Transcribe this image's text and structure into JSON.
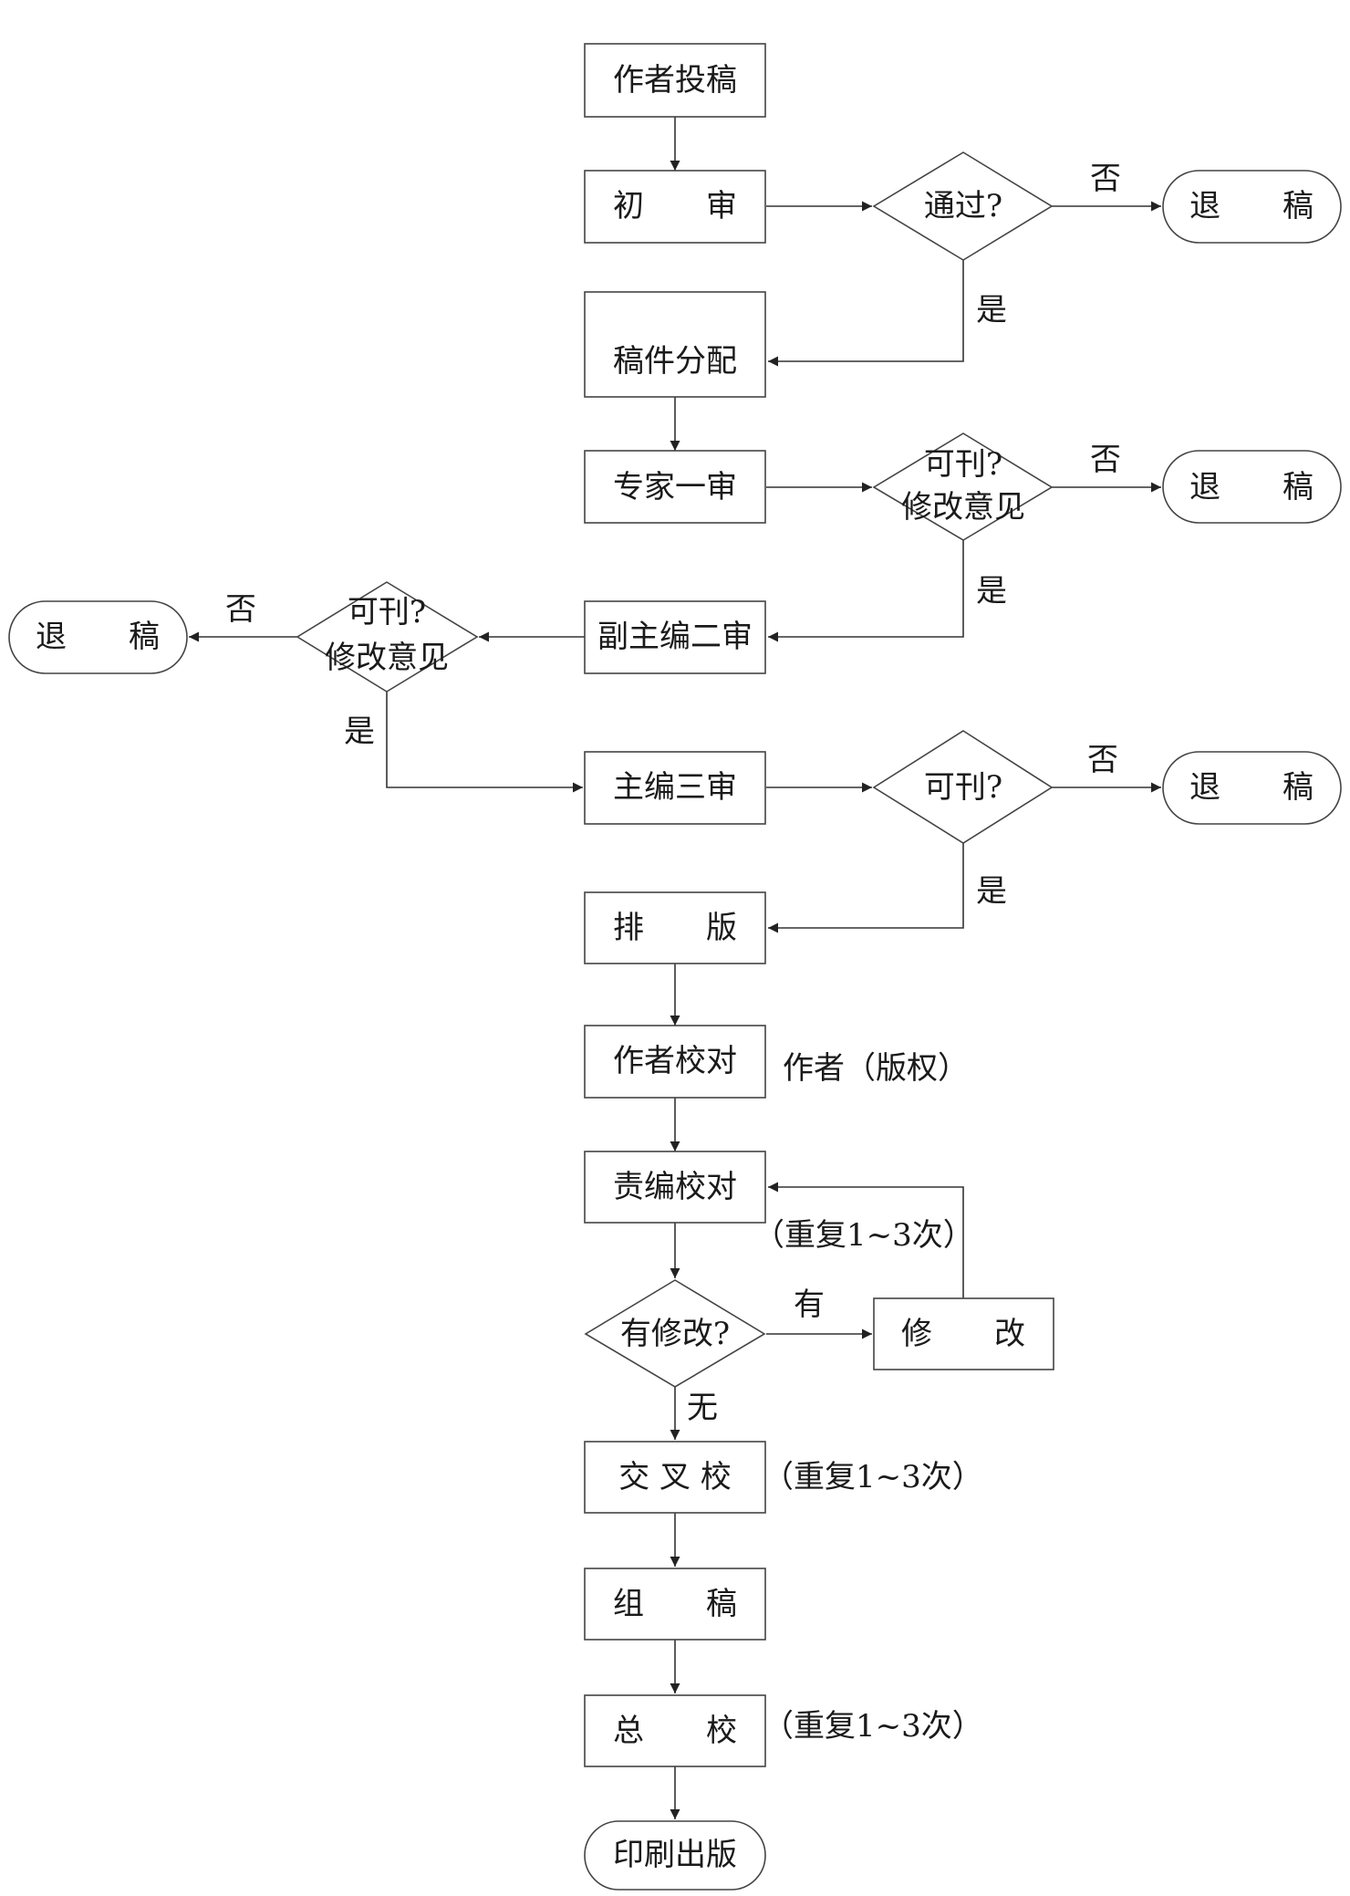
{
  "nodes": {
    "submit": "作者投稿",
    "first_review": "初　　审",
    "d1": "通过?",
    "reject1": "退　　稿",
    "assign": "稿件分配",
    "expert_review": "专家一审",
    "d2_l1": "可刊?",
    "d2_l2": "修改意见",
    "reject2": "退　　稿",
    "vice_review": "副主编二审",
    "d3_l1": "可刊?",
    "d3_l2": "修改意见",
    "reject3": "退　　稿",
    "chief_review": "主编三审",
    "d4": "可刊?",
    "reject4": "退　　稿",
    "typeset": "排　　版",
    "author_proof": "作者校对",
    "editor_proof": "责编校对",
    "d5": "有修改?",
    "modify": "修　　改",
    "cross_check": "交  叉  校",
    "compose": "组　　稿",
    "final_check": "总　　校",
    "publish": "印刷出版"
  },
  "labels": {
    "no1": "否",
    "yes1": "是",
    "no2": "否",
    "yes2": "是",
    "no3": "否",
    "yes3": "是",
    "no4": "否",
    "yes4": "是",
    "has": "有",
    "none": "无"
  },
  "notes": {
    "copyright": "作者（版权）",
    "repeat1": "（重复1~3次）",
    "repeat2": "（重复1~3次）",
    "repeat3": "（重复1~3次）"
  }
}
